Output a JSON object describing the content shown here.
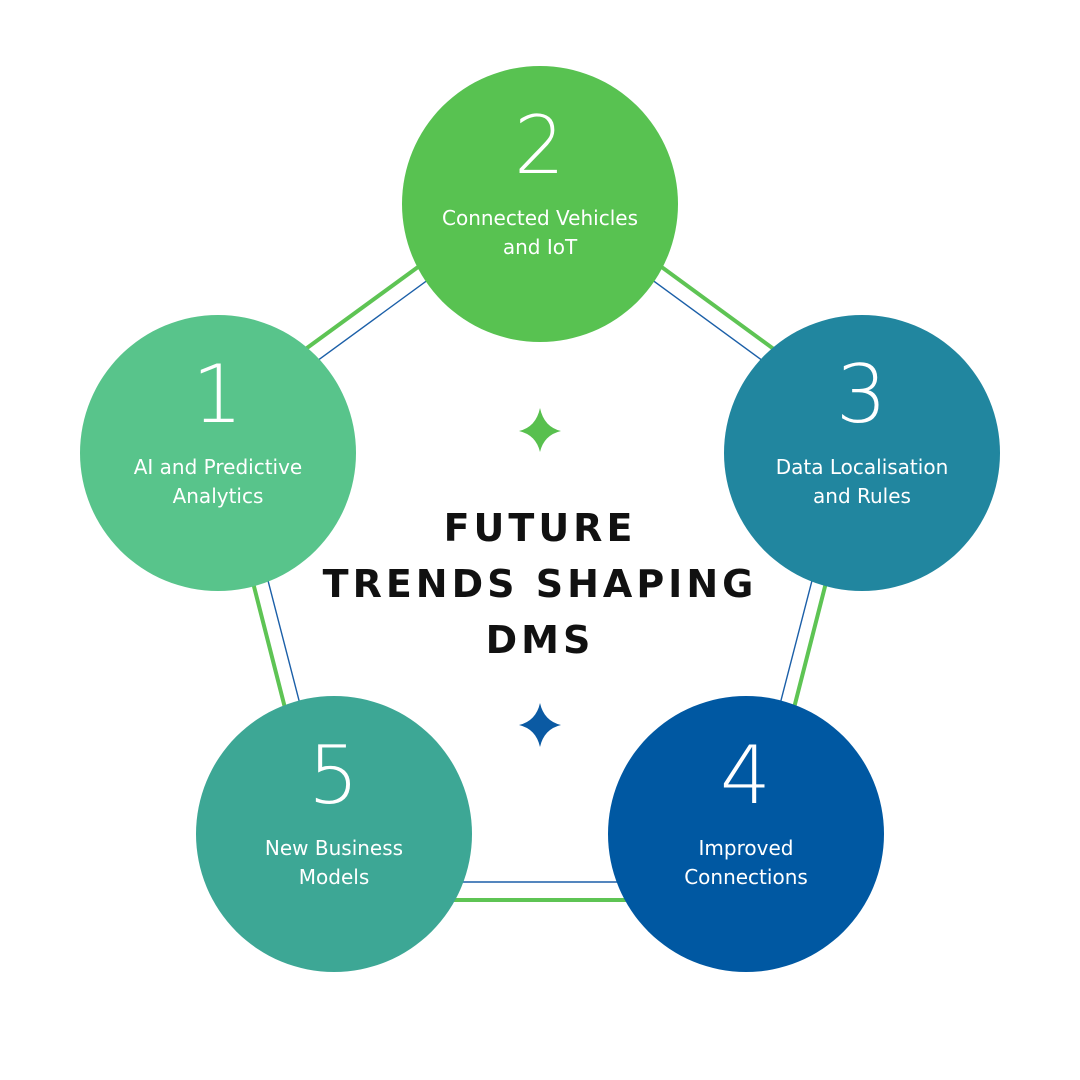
{
  "title": {
    "line1": "FUTURE",
    "line2": "TRENDS SHAPING",
    "line3": "DMS"
  },
  "colors": {
    "green_line": "#5ec454",
    "blue_line": "#1b5fa8",
    "star_green": "#58c04e",
    "star_blue": "#0b5aa3"
  },
  "nodes": [
    {
      "number": "1",
      "label": "AI and Predictive Analytics",
      "color": "#58c48b"
    },
    {
      "number": "2",
      "label": "Connected Vehicles and IoT",
      "color": "#58c251"
    },
    {
      "number": "3",
      "label": "Data Localisation and Rules",
      "color": "#21869f"
    },
    {
      "number": "4",
      "label": "Improved Connections",
      "color": "#0058a2"
    },
    {
      "number": "5",
      "label": "New Business Models",
      "color": "#3da795"
    }
  ],
  "decorations": [
    "four-point-star-icon",
    "four-point-star-icon"
  ]
}
